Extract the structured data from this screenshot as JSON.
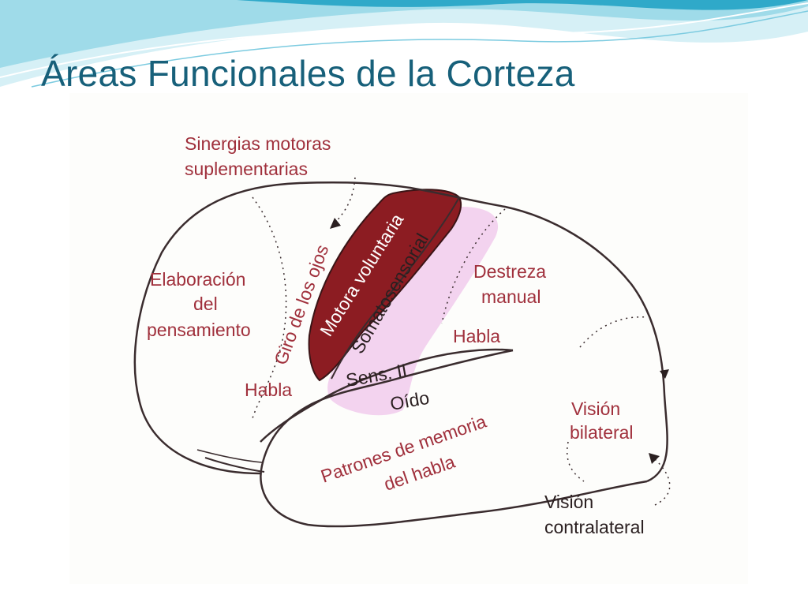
{
  "slide": {
    "title": "Áreas Funcionales de la Corteza",
    "colors": {
      "title": "#17607a",
      "header_wave_light": "#cfeef5",
      "header_wave_mid": "#7fd0e2",
      "header_wave_dark": "#2aa6c7",
      "label_red": "#a0303c",
      "motor_area": "#8c1c22",
      "sensory_area": "#f3d3ef",
      "outline": "#3a2c2e"
    }
  },
  "diagram": {
    "labels": {
      "sinergias_1": "Sinergias motoras",
      "sinergias_2": "suplementarias",
      "giro_ojos": "Giro de los ojos",
      "motora_voluntaria": "Motora voluntaria",
      "somatosensorial": "Somatosensorial",
      "elaboracion_1": "Elaboración",
      "elaboracion_2": "del",
      "elaboracion_3": "pensamiento",
      "destreza_1": "Destreza",
      "destreza_2": "manual",
      "habla_right": "Habla",
      "habla_left": "Habla",
      "sens_ii": "Sens. II",
      "oido": "Oído",
      "patrones_1": "Patrones de memoria",
      "patrones_2": "del habla",
      "vision_bilateral_1": "Visión",
      "vision_bilateral_2": "bilateral",
      "vision_contra_1": "Visión",
      "vision_contra_2": "contralateral"
    }
  }
}
